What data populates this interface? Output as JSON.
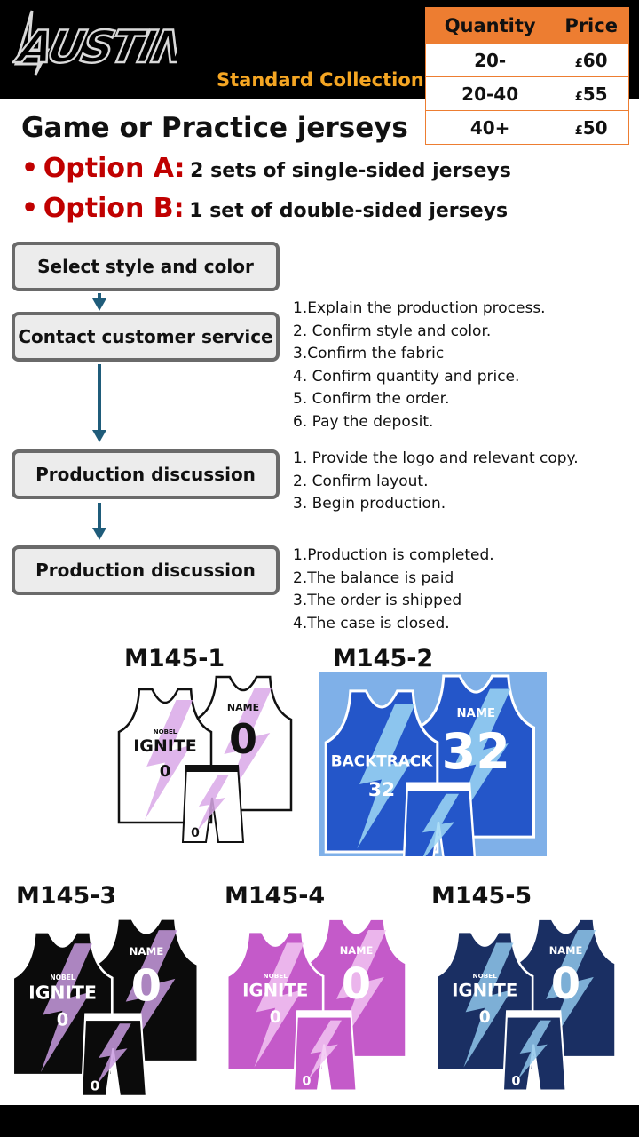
{
  "brand": {
    "logo_text": "AUSTIN",
    "collection": "Standard Collection"
  },
  "price_table": {
    "headers": [
      "Quantity",
      "Price"
    ],
    "rows": [
      {
        "quantity": "20-",
        "currency": "£",
        "price": "60"
      },
      {
        "quantity": "20-40",
        "currency": "£",
        "price": "55"
      },
      {
        "quantity": "40+",
        "currency": "£",
        "price": "50"
      }
    ]
  },
  "title": "Game or Practice jerseys",
  "options": [
    {
      "bullet": "•",
      "label": "Option A:",
      "desc": "2 sets of single-sided jerseys"
    },
    {
      "bullet": "•",
      "label": "Option B:",
      "desc": "1 set of double-sided jerseys"
    }
  ],
  "steps": [
    {
      "label": "Select style and color",
      "items": []
    },
    {
      "label": "Contact customer service",
      "items": [
        "1.Explain the production process.",
        "2. Confirm style and color.",
        "3.Confirm the fabric",
        "4. Confirm quantity and price.",
        "5. Confirm the order.",
        "6. Pay the deposit."
      ]
    },
    {
      "label": "Production discussion",
      "items": [
        "1. Provide the logo and relevant copy.",
        "2. Confirm layout.",
        "3. Begin production."
      ]
    },
    {
      "label": "Production discussion",
      "items": [
        "1.Production is completed.",
        "2.The balance is paid",
        "3.The order is shipped",
        "4.The case is closed."
      ]
    }
  ],
  "models": [
    {
      "code": "M145-1",
      "team": "IGNITE",
      "sub": "NOBEL",
      "name": "NAME",
      "number": "0",
      "body": "#ffffff",
      "accent": "#d9a8e8",
      "text": "#111111",
      "trim": "#111111",
      "bg": ""
    },
    {
      "code": "M145-2",
      "team": "BACKTRACK",
      "sub": "",
      "name": "NAME",
      "number": "32",
      "body": "#2456c9",
      "accent": "#9fd8f5",
      "text": "#ffffff",
      "trim": "#ffffff",
      "bg": "#7fb0e8"
    },
    {
      "code": "M145-3",
      "team": "IGNITE",
      "sub": "NOBEL",
      "name": "NAME",
      "number": "0",
      "body": "#0b0b0b",
      "accent": "#c99be0",
      "text": "#ffffff",
      "trim": "#ffffff",
      "bg": ""
    },
    {
      "code": "M145-4",
      "team": "IGNITE",
      "sub": "NOBEL",
      "name": "NAME",
      "number": "0",
      "body": "#c45ac9",
      "accent": "#f2c6f2",
      "text": "#ffffff",
      "trim": "#ffffff",
      "bg": ""
    },
    {
      "code": "M145-5",
      "team": "IGNITE",
      "sub": "NOBEL",
      "name": "NAME",
      "number": "0",
      "body": "#1a2f63",
      "accent": "#8fc6ea",
      "text": "#ffffff",
      "trim": "#ffffff",
      "bg": ""
    }
  ]
}
